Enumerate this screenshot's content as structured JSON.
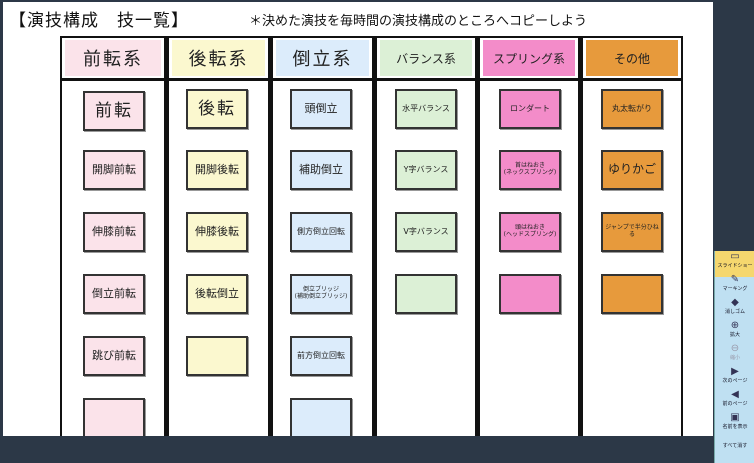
{
  "slide": {
    "title": "【演技構成　技一覧】",
    "subtitle": "＊決めた演技を毎時間の演技構成のところへコピーしよう"
  },
  "colors": {
    "pink": "#fbe3ea",
    "yellow": "#fbf8cf",
    "blue": "#dcecfb",
    "green": "#dcf0d6",
    "magenta": "#f38cc9",
    "orange": "#e79a3c"
  },
  "columns": [
    {
      "header": "前転系",
      "cards": [
        "前転",
        "開脚前転",
        "伸膝前転",
        "倒立前転",
        "跳び前転",
        ""
      ]
    },
    {
      "header": "後転系",
      "cards": [
        "後転",
        "開脚後転",
        "伸膝後転",
        "後転倒立",
        ""
      ]
    },
    {
      "header": "倒立系",
      "cards": [
        "頭倒立",
        "補助倒立",
        "側方倒立回転",
        "倒立ブリッジ\n(補助倒立ブリッジ)",
        "前方倒立回転",
        ""
      ]
    },
    {
      "header": "バランス系",
      "cards": [
        "水平バランス",
        "Y字バランス",
        "V字バランス",
        ""
      ]
    },
    {
      "header": "スプリング系",
      "cards": [
        "ロンダート",
        "首はねおき\n(ネックスプリング)",
        "頭はねおき\n(ヘッドスプリング)",
        ""
      ]
    },
    {
      "header": "その他",
      "cards": [
        "丸太転がり",
        "ゆりかご",
        "ジャンプで半分ひねる",
        ""
      ]
    }
  ],
  "sidebar": [
    {
      "label": "スライドショー",
      "icon": "slideshow-icon"
    },
    {
      "label": "マーキング",
      "icon": "pen-icon"
    },
    {
      "label": "消しゴム",
      "icon": "eraser-icon"
    },
    {
      "label": "拡大",
      "icon": "zoom-in-icon"
    },
    {
      "label": "縮小",
      "icon": "zoom-out-icon"
    },
    {
      "label": "次のページ",
      "icon": "next-page-icon"
    },
    {
      "label": "前のページ",
      "icon": "prev-page-icon"
    },
    {
      "label": "名前を表示",
      "icon": "show-name-icon"
    },
    {
      "label": "すべて消す",
      "icon": "clear-all-icon"
    }
  ]
}
